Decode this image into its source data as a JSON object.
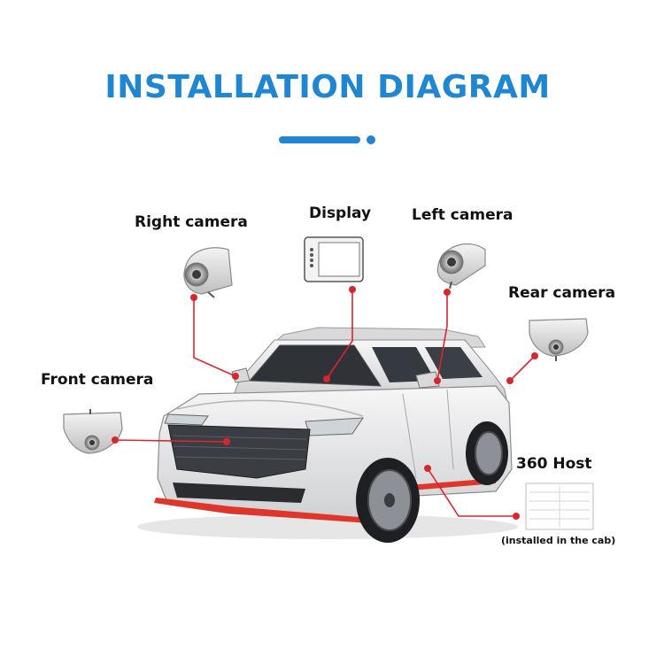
{
  "title": "INSTALLATION DIAGRAM",
  "labels": {
    "right_camera": "Right camera",
    "display": "Display",
    "left_camera": "Left camera",
    "rear_camera": "Rear camera",
    "front_camera": "Front camera",
    "host": "360 Host",
    "host_note": "(installed in the cab)"
  },
  "colors": {
    "title": "#1f86cf",
    "leader": "#d7262e",
    "car_body": "#e9e9ea",
    "car_trim": "#e0352b"
  },
  "icons": [
    "camera-icon",
    "display-icon",
    "host-box-icon",
    "car-illustration"
  ]
}
